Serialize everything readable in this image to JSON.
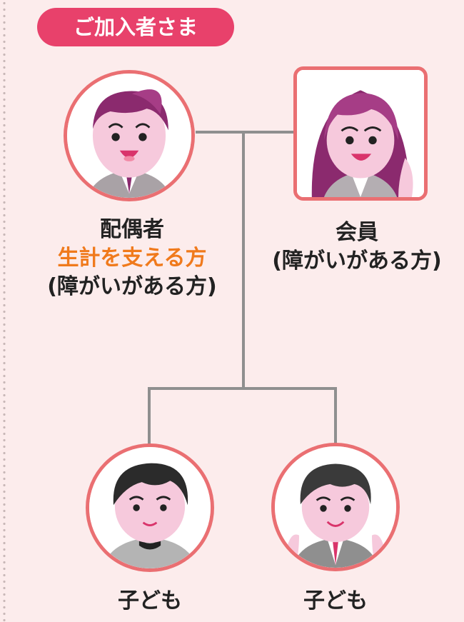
{
  "badge": {
    "text": "ご加入者さま"
  },
  "spouse": {
    "line1": "配偶者",
    "line2": "生計を支える方",
    "line3": "(障がいがある方)",
    "accent_color": "#f07a1c"
  },
  "member": {
    "line1": "会員",
    "line2": "(障がいがある方)"
  },
  "child1": {
    "label": "子ども"
  },
  "child2": {
    "label": "子ども"
  },
  "colors": {
    "badge": "#e8416b",
    "avatar_border": "#ea6f72",
    "background": "#fcecec",
    "connector": "#8f8f8f"
  }
}
